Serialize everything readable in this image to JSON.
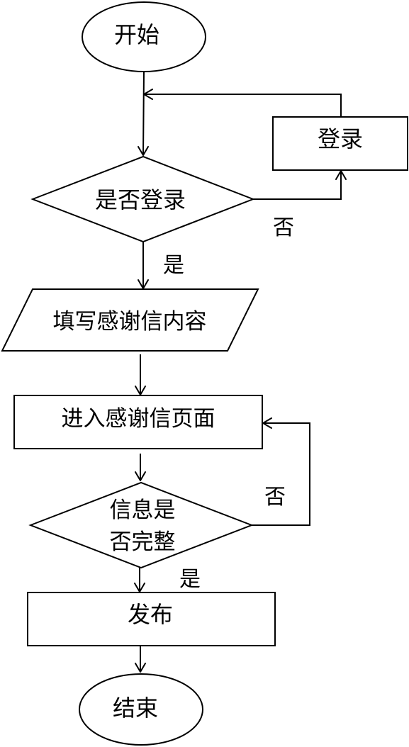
{
  "flowchart": {
    "start": "开始",
    "login": "登录",
    "is_logged_in": "是否登录",
    "no_1": "否",
    "yes_1": "是",
    "fill_content": "填写感谢信内容",
    "enter_page": "进入感谢信页面",
    "info_complete_line1": "信息是",
    "info_complete_line2": "否完整",
    "no_2": "否",
    "yes_2": "是",
    "publish": "发布",
    "end": "结束"
  }
}
